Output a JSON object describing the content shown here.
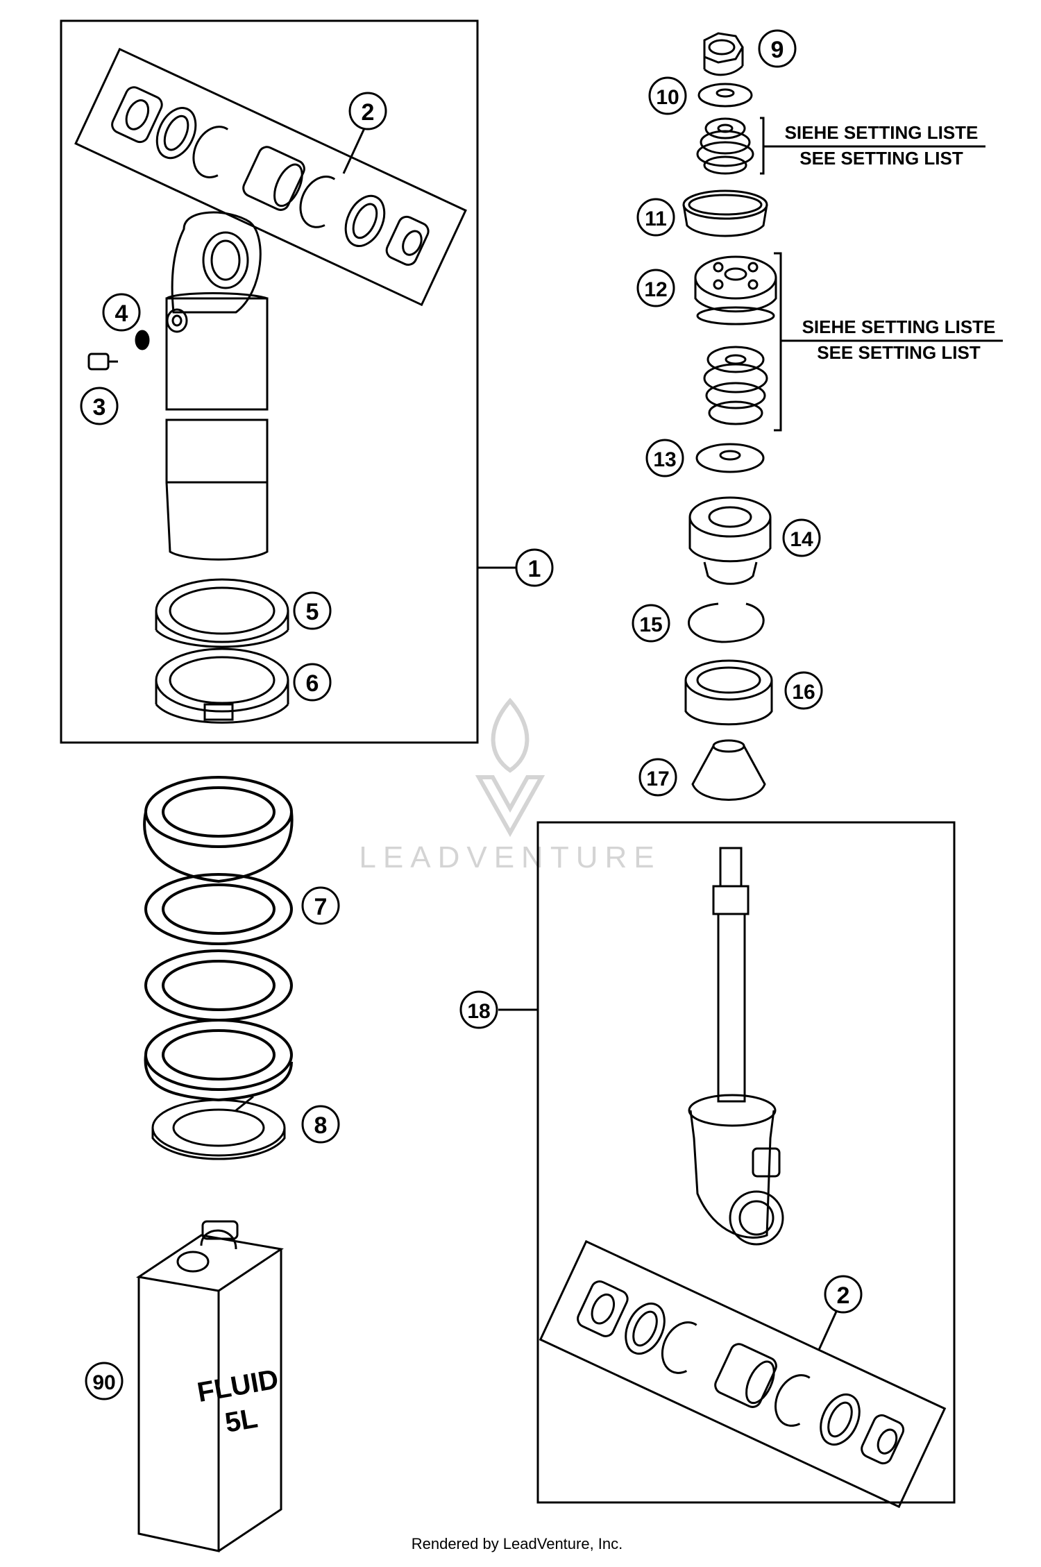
{
  "callouts": {
    "c1": "1",
    "c2a": "2",
    "c2b": "2",
    "c3": "3",
    "c4": "4",
    "c5": "5",
    "c6": "6",
    "c7": "7",
    "c8": "8",
    "c9": "9",
    "c10": "10",
    "c11": "11",
    "c12": "12",
    "c13": "13",
    "c14": "14",
    "c15": "15",
    "c16": "16",
    "c17": "17",
    "c18": "18",
    "c90": "90"
  },
  "setting_notes": {
    "upper": {
      "line1": "SIEHE SETTING LISTE",
      "line2": "SEE SETTING LIST"
    },
    "lower": {
      "line1": "SIEHE SETTING LISTE",
      "line2": "SEE SETTING LIST"
    }
  },
  "can_label": {
    "line1": "FLUID",
    "line2": "5L"
  },
  "watermark": "LEADVENTURE",
  "footer": "Rendered by LeadVenture, Inc.",
  "colors": {
    "line": "#000000",
    "background": "#ffffff",
    "watermark": "#cccccc"
  }
}
